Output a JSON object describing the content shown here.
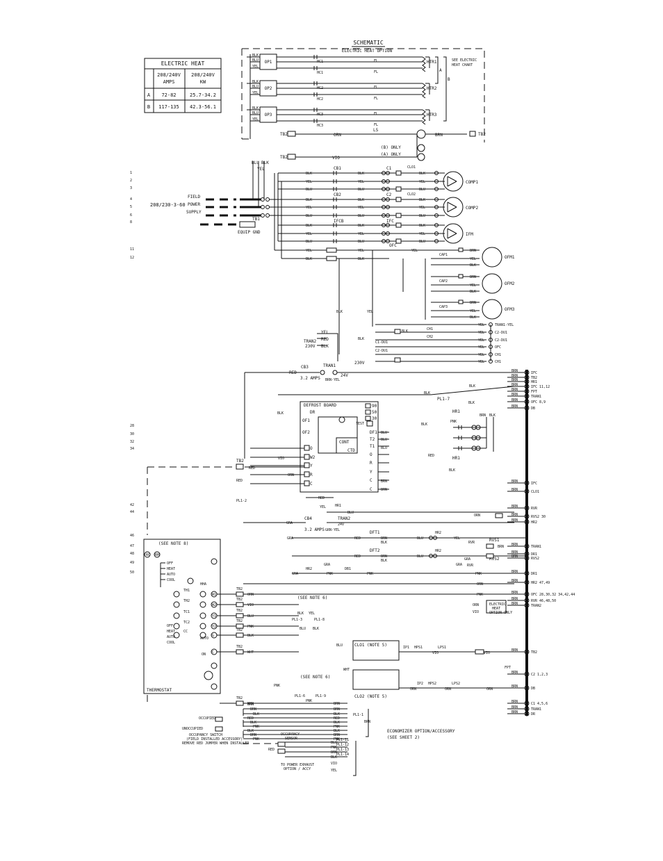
{
  "schematic": {
    "title": "SCHEMATIC",
    "subtitle": "ELECTRIC HEAT OPTION",
    "see_chart": "SEE ELECTRIC HEAT CHART",
    "heaters": [
      "HTR1",
      "HTR2",
      "HTR3"
    ],
    "protectors": [
      "OP1",
      "OP2",
      "OP3"
    ],
    "contactors": [
      "HC1",
      "HC2",
      "HC3"
    ],
    "fuse_label": "FL",
    "bracket_a": "A",
    "bracket_b": "B",
    "b_only": "(B) ONLY",
    "a_only": "(A) ONLY",
    "ls": "LS"
  },
  "heat_table": {
    "title": "ELECTRIC HEAT",
    "headers": [
      "",
      "208/240V AMPS",
      "208/240V KW"
    ],
    "rows": [
      [
        "A",
        "72-82",
        "25.7-34.2"
      ],
      [
        "B",
        "117-135",
        "42.3-56.1"
      ]
    ]
  },
  "line_numbers": [
    "1",
    "2",
    "3",
    "4",
    "5",
    "6",
    "8",
    "11",
    "12",
    "28",
    "30",
    "32",
    "34",
    "42",
    "44",
    "46",
    "47",
    "48",
    "49",
    "50"
  ],
  "power": {
    "voltage": "208/230-3-60",
    "field": "FIELD",
    "power": "POWER",
    "supply": "SUPPLY",
    "tb1": "TB1",
    "ground": "EQUIP GND"
  },
  "loads": {
    "comp1": "COMP1",
    "comp2": "COMP2",
    "ifm": "IFM",
    "ofm1": "OFM1",
    "ofm2": "OFM2",
    "ofm3": "OFM3",
    "cb1": "CB1",
    "cb2": "CB2",
    "ifcb": "IFCB",
    "c1": "C1",
    "c2": "C2",
    "ifc": "IFC",
    "clo1": "CLO1",
    "clo2": "CLO2",
    "ofc": "OFC",
    "cap1": "CAP1",
    "cap2": "CAP2",
    "cap3": "CAP3",
    "ch1": "CH1",
    "ch2": "CH2",
    "c1_dui": "C1-DU1",
    "c2_dui": "C2-DU1",
    "tran2": "TRAN2",
    "v230": "230V",
    "tran1": "TRAN1",
    "v24": "24V",
    "cb3": "CB3",
    "cb3_amps": "3.2 AMPS",
    "cb4": "CB4",
    "cb4_amps": "3.2 AMPS"
  },
  "defrost": {
    "title": "DEFROST BOARD",
    "times": [
      "90",
      "50",
      "30"
    ],
    "test": "TEST",
    "dr": "DR",
    "df": "DF",
    "terminals": [
      "DF1",
      "T2",
      "T1",
      "O",
      "R",
      "Y",
      "C",
      "C"
    ],
    "left_terms": [
      "O",
      "W2",
      "Y",
      "R",
      "C"
    ],
    "of1": "OF1",
    "of2": "OF2",
    "ctd": "CTD",
    "cont": "CONT"
  },
  "right_labels": [
    "IFC",
    "TB2",
    "HR1",
    "IFC 11,12",
    "FPT",
    "TRAN1",
    "OFC 8,9",
    "DB",
    "IFC",
    "CLO1",
    "RVR",
    "RVS2 30",
    "HR2",
    "DR1",
    "TRAN1",
    "RVS2",
    "DR1",
    "HR2 47,49",
    "OFC 28,30,32 34,42,44",
    "RVR 46,48,50",
    "TRAN2",
    "TB2",
    "C2 1,2,3",
    "DB",
    "C1 4,5,6",
    "TRAN1",
    "DR",
    "PL1-1"
  ],
  "relays": [
    "HR1",
    "HR2",
    "DFT1",
    "DFT2",
    "RVR",
    "RVS1",
    "RVS2",
    "DB1",
    "PNK",
    "FPT"
  ],
  "thermostat": {
    "label": "THERMOSTAT",
    "note": "(SEE NOTE 8)",
    "modes_heat": [
      "OFF",
      "HEAT",
      "AUTO",
      "COOL"
    ],
    "modes_cool": [
      "OFF",
      "HEAT",
      "AUTO",
      "COOL"
    ],
    "on": "ON",
    "auto": "AUTO",
    "terms": [
      "RC",
      "RH",
      "W1",
      "W2",
      "Y1",
      "Y2",
      "G",
      "C"
    ],
    "th1": "TH1",
    "th2": "TH2",
    "tc1": "TC1",
    "tc2": "TC2",
    "hha": "HHA",
    "cc": "CC"
  },
  "tb2": "TB2",
  "wires": {
    "blk": "BLK",
    "yel": "YEL",
    "blu": "BLU",
    "red": "RED",
    "orn": "ORN",
    "vio": "VIO",
    "brn": "BRN",
    "gra": "GRA",
    "pnk": "PNK",
    "wht": "WHT"
  },
  "plugs": [
    "PL1-7",
    "PL1-2",
    "PL1-3",
    "PL1-8",
    "PL1-6",
    "PL1-9",
    "PL1-11",
    "PL1-12",
    "PL1-13",
    "PL1-14",
    "PL1-1"
  ],
  "notes": {
    "note6a": "(SEE NOTE 6)",
    "note6b": "(SEE NOTE 6)",
    "clo1_note": "CLO1 (NOTE 5)",
    "clo2_note": "CLO2 (NOTE 5)",
    "electric_heat": "ELECTRIC HEAT OPTION ONLY",
    "economizer": "ECONOMIZER OPTION/ACCESSORY",
    "economizer2": "(SEE SHEET 2)",
    "occupied": "OCCUPIED",
    "unoccupied": "UNOCCUPIED",
    "occ_switch": "OCCUPANCY SWITCH",
    "occ_switch2": "(FIELD INSTALLED ACCESSORY)",
    "occ_switch3": "REMOVE RED JUMPER WHEN INSTALLED",
    "occ_sensor": "OCCUPANCY",
    "occ_sensor2": "SENSOR",
    "power_exhaust": "TO POWER EXHAUST",
    "power_exhaust2": "OPTION / ACCY"
  },
  "switches": [
    "IP1",
    "HPS1",
    "LPS1",
    "IP2",
    "HPS2",
    "LPS2"
  ]
}
